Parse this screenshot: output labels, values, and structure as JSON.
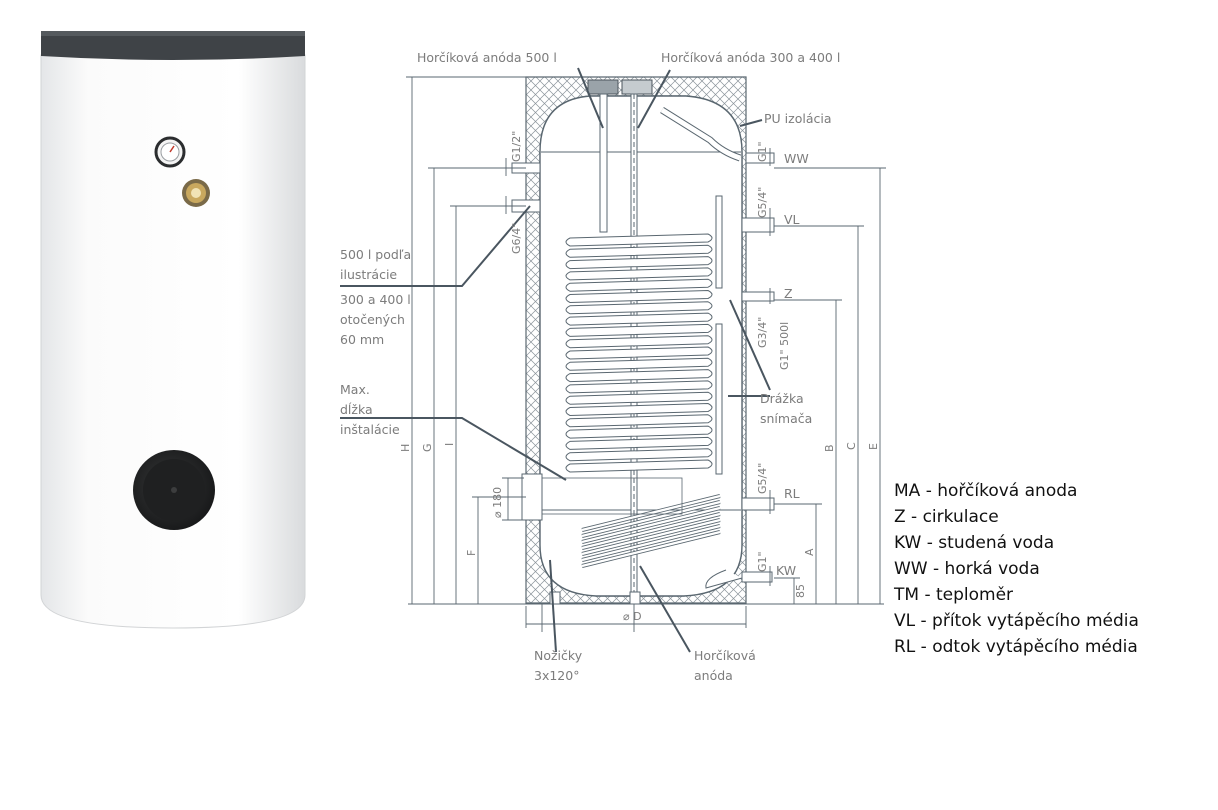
{
  "labels": {
    "anode_500": "Horčíková anóda 500 l",
    "anode_300_400": "Horčíková anóda 300 a 400 l",
    "pu_insulation": "PU izolácia",
    "ww": "WW",
    "vl": "VL",
    "z": "Z",
    "rl": "RL",
    "kw": "KW",
    "note_500_line1": "500 l podľa",
    "note_500_line2": "ilustrácie",
    "note_300_line1": "300 a 400 l",
    "note_300_line2": "otočených",
    "note_300_line3": "60 mm",
    "max_len_line1": "Max.",
    "max_len_line2": "dĺžka",
    "max_len_line3": "inštalácie",
    "sensor_groove_line1": "Drážka",
    "sensor_groove_line2": "snímača",
    "feet_line1": "Nožičky",
    "feet_line2": "3x120°",
    "bottom_anode_line1": "Horčíková",
    "bottom_anode_line2": "anóda",
    "diam_d": "⌀ D",
    "diam_180": "⌀ 180"
  },
  "threads": {
    "g1_2": "G1/2\"",
    "g6_4": "G6/4\"",
    "g1_top": "G1\"",
    "g5_4_top": "G5/4\"",
    "g3_4": "G3/4\"",
    "g1_500": "G1\" 500l",
    "g5_4_bottom": "G5/4\"",
    "g1_bottom": "G1\""
  },
  "dimensions": {
    "h": "H",
    "g": "G",
    "i": "I",
    "f": "F",
    "a": "A",
    "b": "B",
    "c": "C",
    "e": "E",
    "d85": "85"
  },
  "legend": [
    "MA - hořčíková anoda",
    "Z - cirkulace",
    "KW - studená voda",
    "WW - horká voda",
    "TM - teploměr",
    "VL - přítok vytápěcího média",
    "RL - odtok vytápěcího média"
  ],
  "colors": {
    "line": "#5a6770",
    "label": "#7c7c7c",
    "tank_body": "#fafafa",
    "tank_lid": "#3f4347",
    "flange": "#232425"
  }
}
